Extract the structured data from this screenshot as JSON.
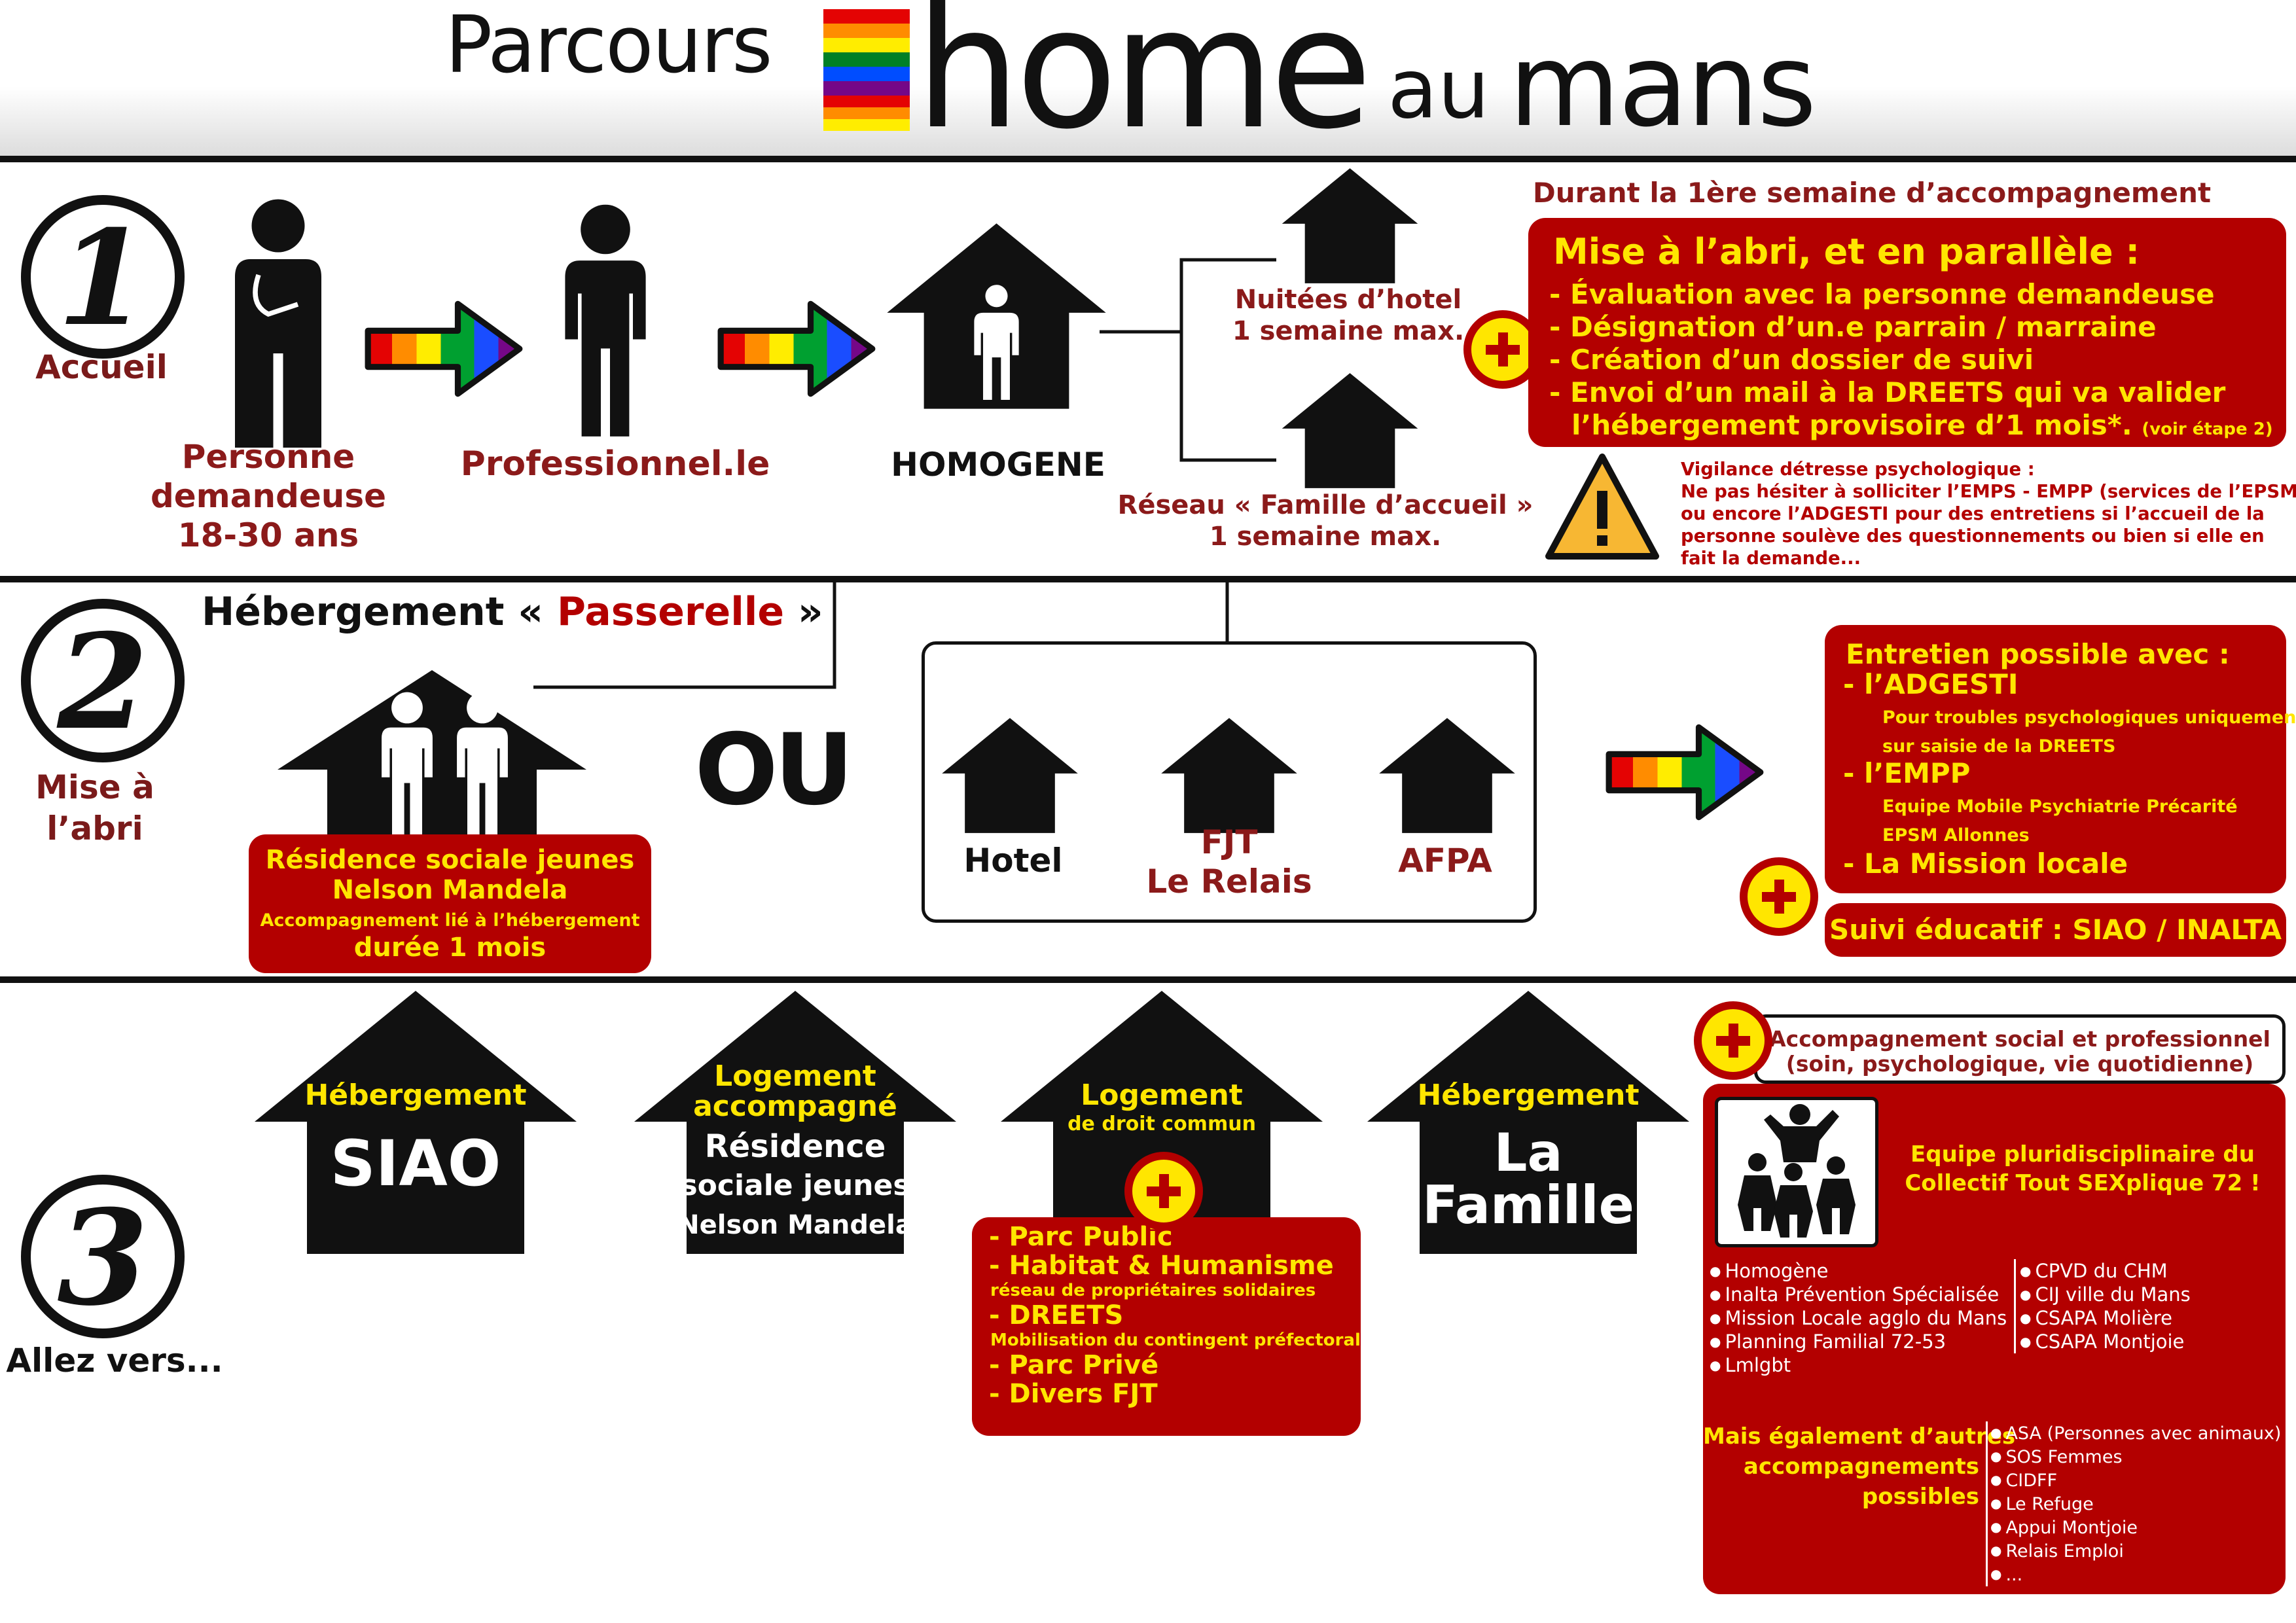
{
  "title": {
    "word1": "Parcours",
    "word2": "home",
    "word3": "au",
    "word4": "mans"
  },
  "colors": {
    "red": "#b30000",
    "dark_red": "#8b1a1a",
    "yellow": "#ffe600",
    "black": "#111111",
    "rainbow": [
      "#e40303",
      "#ff8c00",
      "#ffed00",
      "#008026",
      "#004dff",
      "#750787"
    ]
  },
  "step1": {
    "number": "1",
    "label": "Accueil",
    "person_label": "Personne demandeuse 18-30 ans",
    "person_lines": [
      "Personne",
      "demandeuse",
      "18-30 ans"
    ],
    "professional_label": "Professionnel.le",
    "homogene_label": "HOMOGENE",
    "option1_lines": [
      "Nuitées d’hotel",
      "1 semaine max."
    ],
    "option2_lines": [
      "Réseau « Famille d’accueil »",
      "1 semaine max."
    ],
    "first_week_heading": "Durant la 1ère semaine d’accompagnement",
    "shelter_title": "Mise à l’abri, et en parallèle :",
    "shelter_items": [
      "- Évaluation avec la personne demandeuse",
      "- Désignation d’un.e parrain / marraine",
      "- Création d’un dossier de suivi",
      "- Envoi d’un mail à la DREETS qui va valider"
    ],
    "shelter_last": "l’hébergement provisoire d’1 mois*.",
    "shelter_note": "(voir étape 2)",
    "warning_lines": [
      "Vigilance détresse psychologique :",
      "Ne pas hésiter à solliciter l’EMPS - EMPP (services de l’EPSM)",
      "ou encore l’ADGESTI pour des entretiens si l’accueil de la",
      "personne soulève des questionnements ou bien si elle en",
      "fait la demande..."
    ]
  },
  "step2": {
    "number": "2",
    "label_lines": [
      "Mise à",
      "l’abri"
    ],
    "heading_prefix": "Hébergement « ",
    "heading_highlight": "Passerelle",
    "heading_suffix": " »",
    "residence_lines": [
      "Résidence sociale jeunes",
      "Nelson Mandela"
    ],
    "residence_small": "Accompagnement lié à l’hébergement",
    "residence_duration": "durée 1 mois",
    "or_text": "OU",
    "options": [
      {
        "lines": [
          "Hotel"
        ]
      },
      {
        "lines": [
          "FJT",
          "Le Relais"
        ]
      },
      {
        "lines": [
          "AFPA"
        ]
      }
    ],
    "interview_title": "Entretien possible avec :",
    "interview_1": "- l’ADGESTI",
    "interview_1_small": [
      "Pour troubles psychologiques uniquement",
      "sur saisie de la DREETS"
    ],
    "interview_2": "- l’EMPP",
    "interview_2_small": [
      "Equipe Mobile Psychiatrie Précarité",
      "EPSM Allonnes"
    ],
    "interview_3": "- La Mission locale",
    "followup": "Suivi éducatif : SIAO / INALTA"
  },
  "step3": {
    "number": "3",
    "label": "Allez vers...",
    "houses": [
      {
        "top": [
          "Hébergement"
        ],
        "main": [
          "SIAO"
        ]
      },
      {
        "top": [
          "Logement",
          "accompagné"
        ],
        "main": [
          "Résidence",
          "sociale jeunes",
          "Nelson Mandela"
        ]
      },
      {
        "top": [
          "Logement"
        ],
        "small": "de droit commun"
      },
      {
        "top": [
          "Hébergement"
        ],
        "main": [
          "La",
          "Famille"
        ]
      }
    ],
    "common_law_items": [
      {
        "main": "- Parc Public"
      },
      {
        "main": "- Habitat & Humanisme",
        "small": "réseau de propriétaires solidaires"
      },
      {
        "main": "- DREETS",
        "small": "Mobilisation du contingent préfectoral"
      },
      {
        "main": "- Parc Privé"
      },
      {
        "main": "- Divers FJT"
      }
    ],
    "support_lines": [
      "Accompagnement social et professionnel",
      "(soin, psychologique, vie quotidienne)"
    ],
    "team_lines": [
      "Equipe pluridisciplinaire du",
      "Collectif Tout SEXplique 72 !"
    ],
    "team_col1": [
      "Homogène",
      "Inalta Prévention Spécialisée",
      "Mission Locale agglo du Mans",
      "Planning Familial 72-53",
      "Lmlgbt"
    ],
    "team_col2": [
      "CPVD du CHM",
      "CIJ ville du Mans",
      "CSAPA Molière",
      "CSAPA Montjoie"
    ],
    "others_lines": [
      "Mais également d’autres",
      "accompagnements",
      "possibles"
    ],
    "others_list": [
      "ASA (Personnes avec animaux)",
      "SOS Femmes",
      "CIDFF",
      "Le Refuge",
      "Appui Montjoie",
      "Relais Emploi",
      "..."
    ]
  }
}
